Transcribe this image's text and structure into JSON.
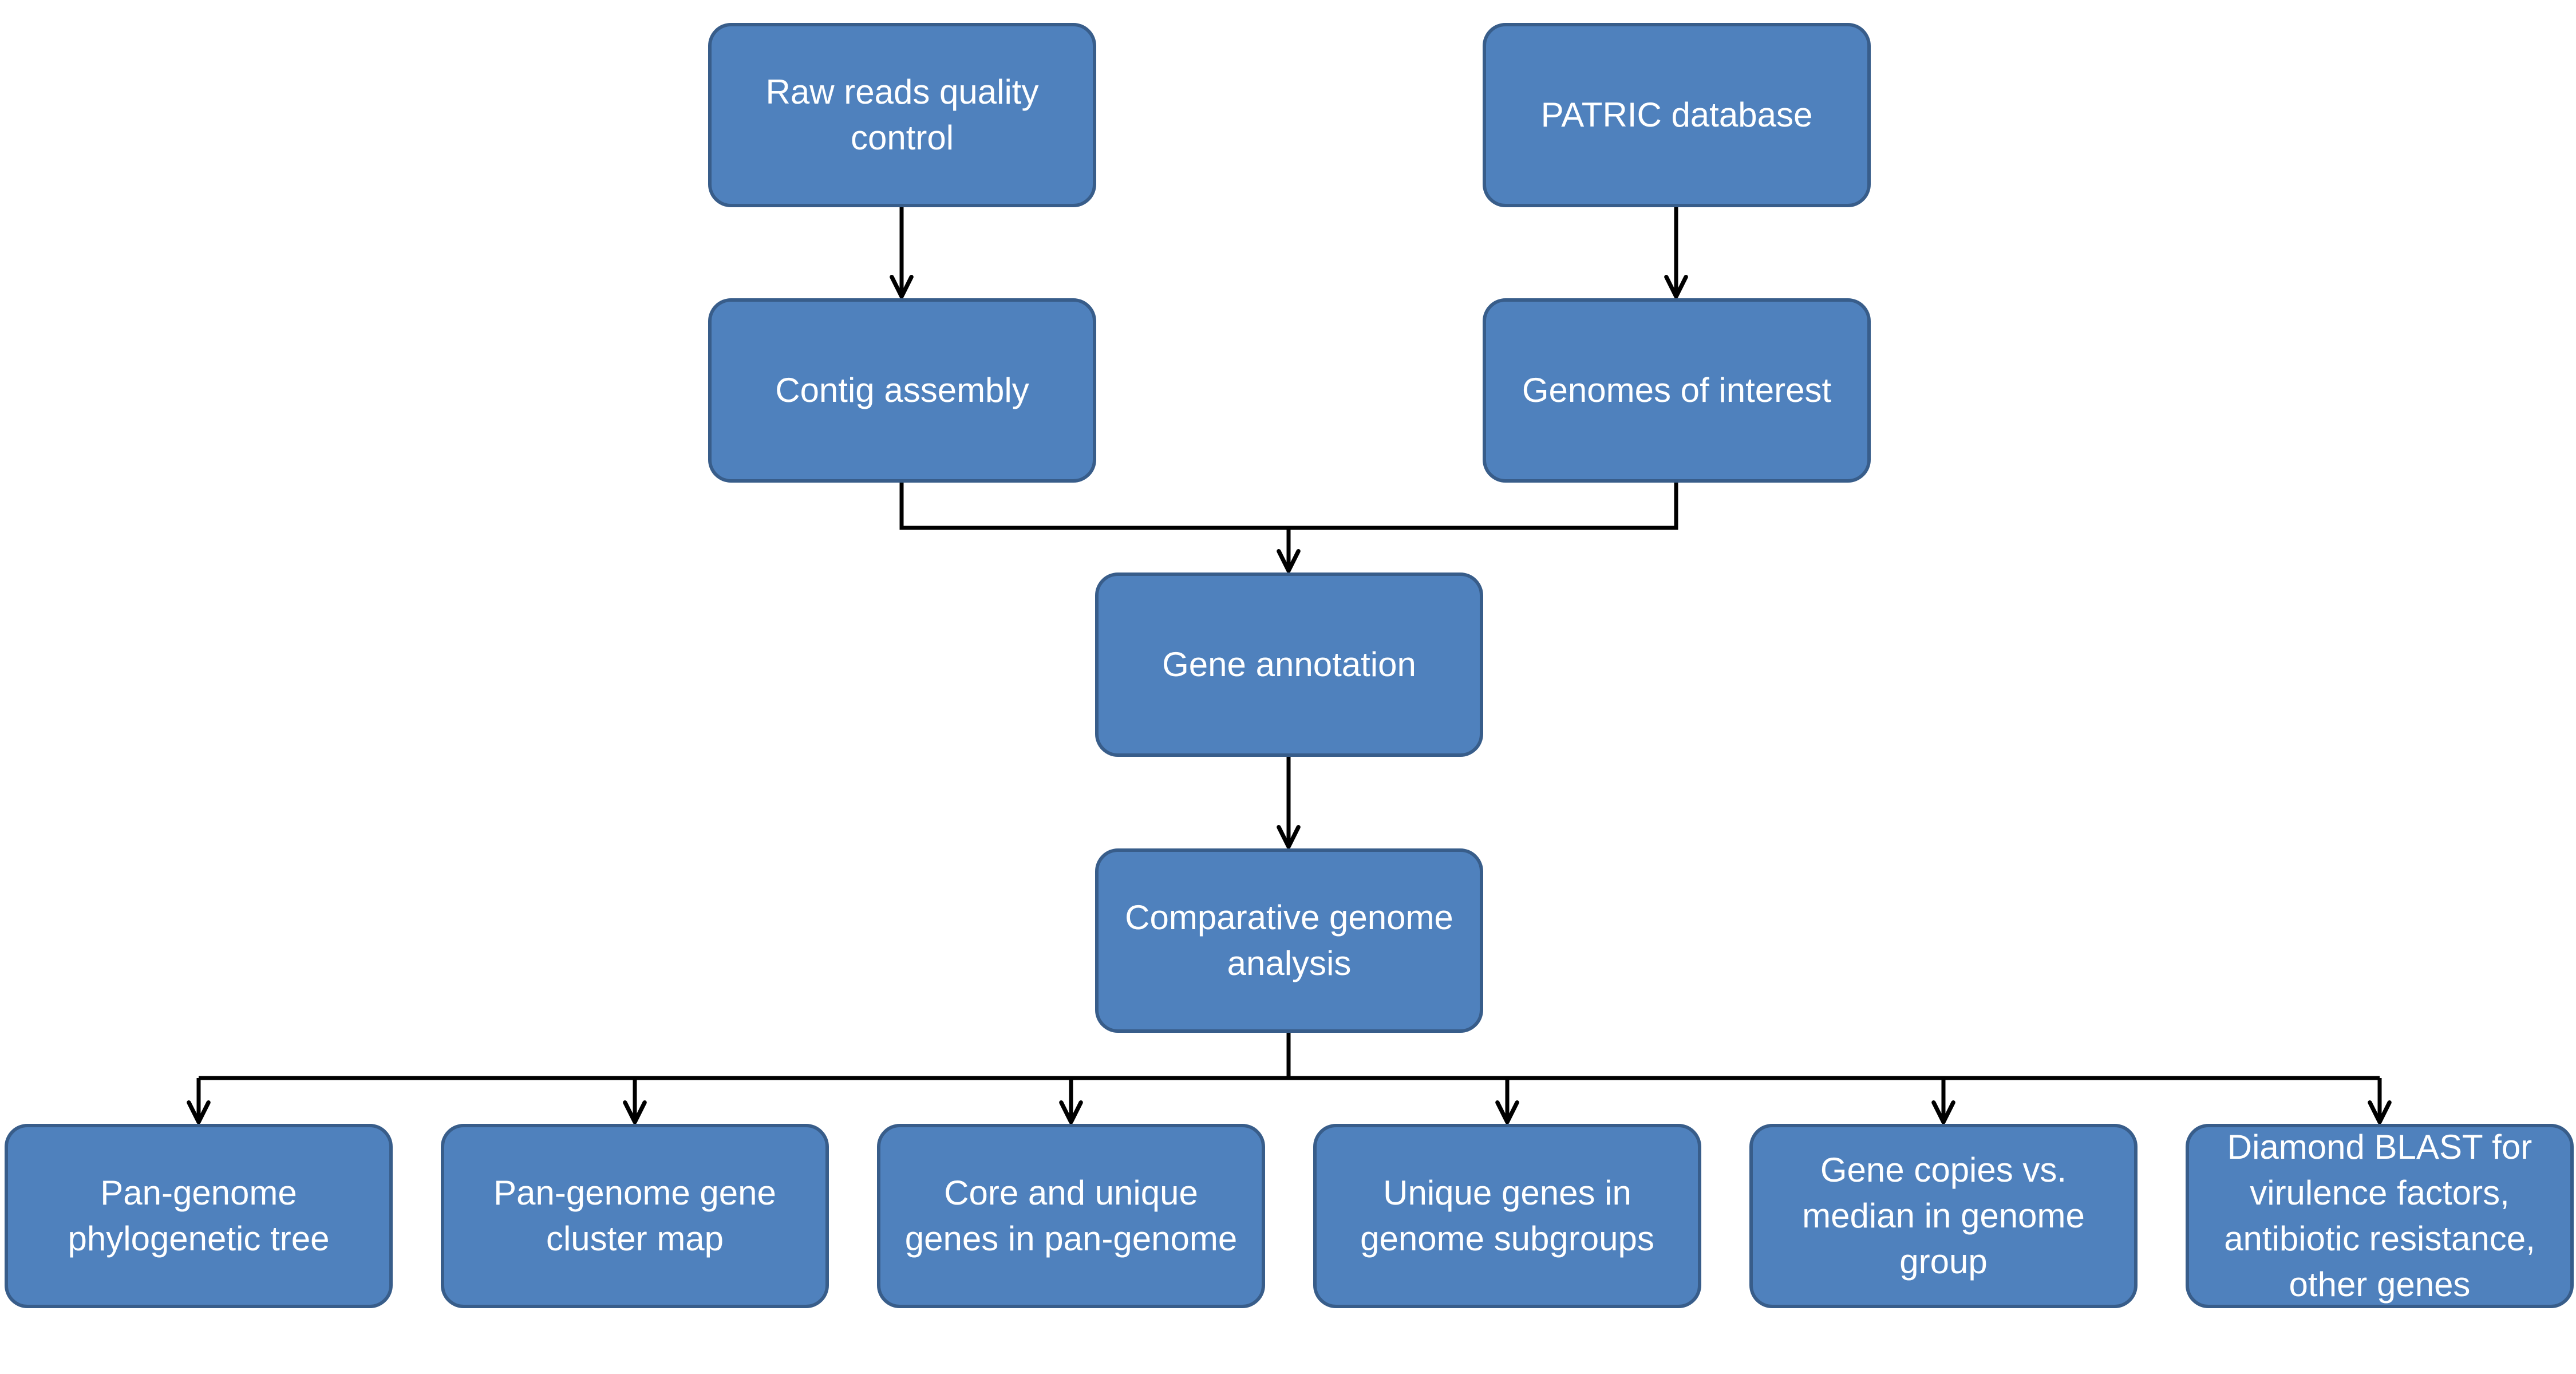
{
  "nodes": {
    "raw_reads": {
      "lines": [
        "Raw reads quality",
        "control"
      ]
    },
    "patric": {
      "lines": [
        "PATRIC database"
      ]
    },
    "contig": {
      "lines": [
        "Contig assembly"
      ]
    },
    "genomes": {
      "lines": [
        "Genomes of interest"
      ]
    },
    "annotation": {
      "lines": [
        "Gene annotation"
      ]
    },
    "comparative": {
      "lines": [
        "Comparative genome",
        "analysis"
      ]
    },
    "outputs": [
      {
        "lines": [
          "Pan-genome",
          "phylogenetic tree"
        ]
      },
      {
        "lines": [
          "Pan-genome gene",
          "cluster map"
        ]
      },
      {
        "lines": [
          "Core and unique",
          "genes in pan-genome"
        ]
      },
      {
        "lines": [
          "Unique genes in",
          "genome subgroups"
        ]
      },
      {
        "lines": [
          "Gene copies vs.",
          "median in genome",
          "group"
        ]
      },
      {
        "lines": [
          "Diamond BLAST for",
          "virulence factors,",
          "antibiotic resistance,",
          "other genes"
        ]
      }
    ]
  },
  "colors": {
    "box_fill": "#4f81bd",
    "box_border": "#385d8a",
    "box_text": "#ffffff",
    "connector": "#000000"
  }
}
